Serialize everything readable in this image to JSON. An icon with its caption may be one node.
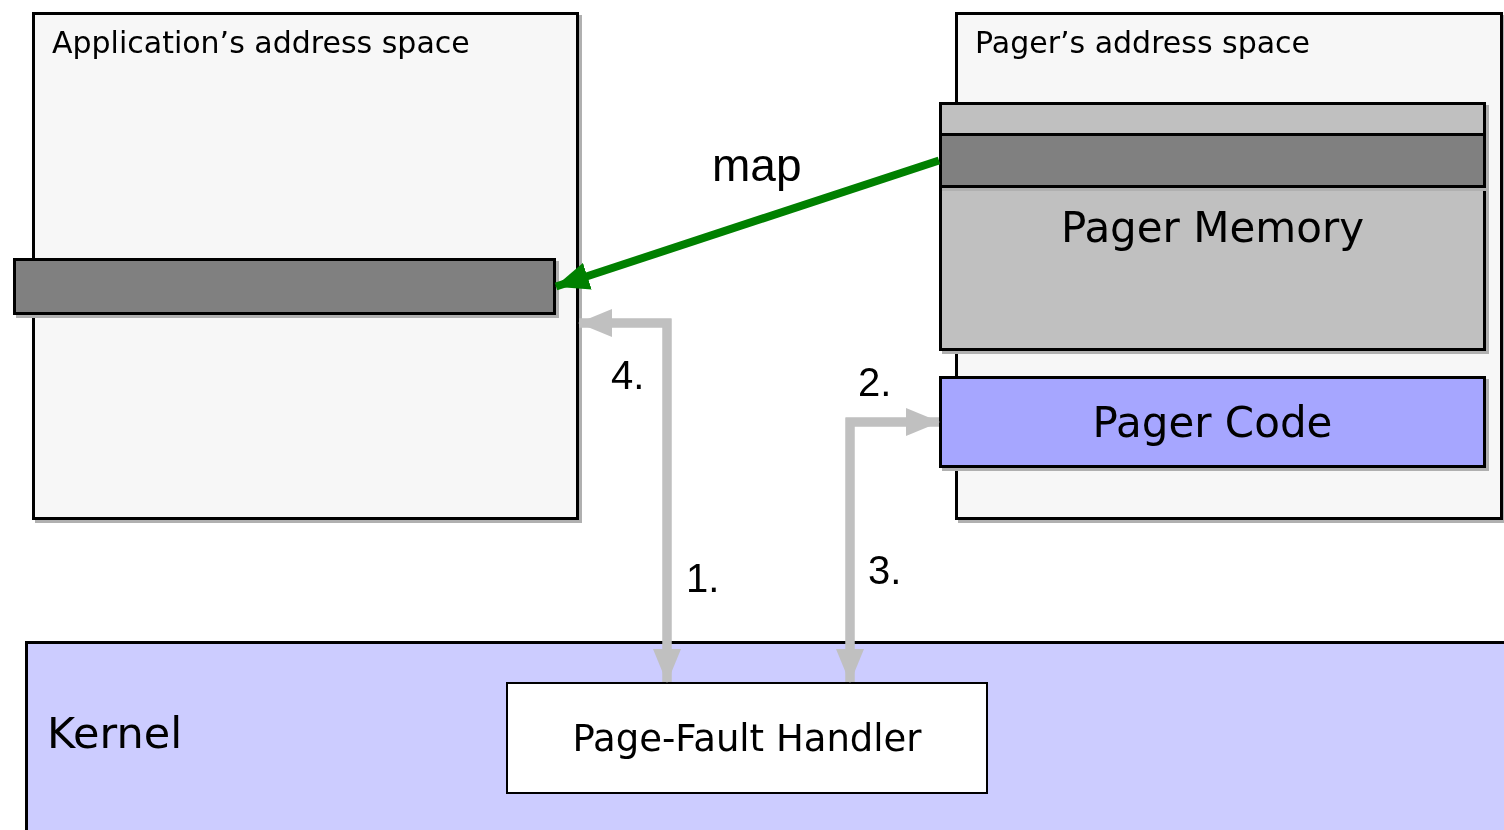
{
  "diagram": {
    "nodes": [
      {
        "text": [
          "Application’s address space"
        ]
      },
      {
        "text": [],
        "shape": "bar",
        "in": 0
      },
      {
        "text": [
          "Pager’s address space"
        ]
      },
      {
        "text": [
          "Pager Memory"
        ],
        "in": 2
      },
      {
        "text": [],
        "shape": "bar",
        "in": 3
      },
      {
        "text": [
          "Pager Code"
        ],
        "in": 2
      },
      {
        "text": [
          "Kernel"
        ]
      },
      {
        "text": [
          "Page-Fault Handler"
        ],
        "in": 6
      }
    ],
    "edges": [
      {
        "from": 4,
        "to": 1,
        "arrow": "to",
        "label": "map",
        "color": "#008000"
      },
      {
        "from": 0,
        "to": 7,
        "arrow": "to",
        "label": "1."
      },
      {
        "from": 7,
        "to": 5,
        "arrow": "to",
        "label": "2."
      },
      {
        "from": 5,
        "to": 7,
        "arrow": "to",
        "label": "3."
      },
      {
        "from": 7,
        "to": 0,
        "arrow": "to",
        "label": "4."
      }
    ]
  }
}
